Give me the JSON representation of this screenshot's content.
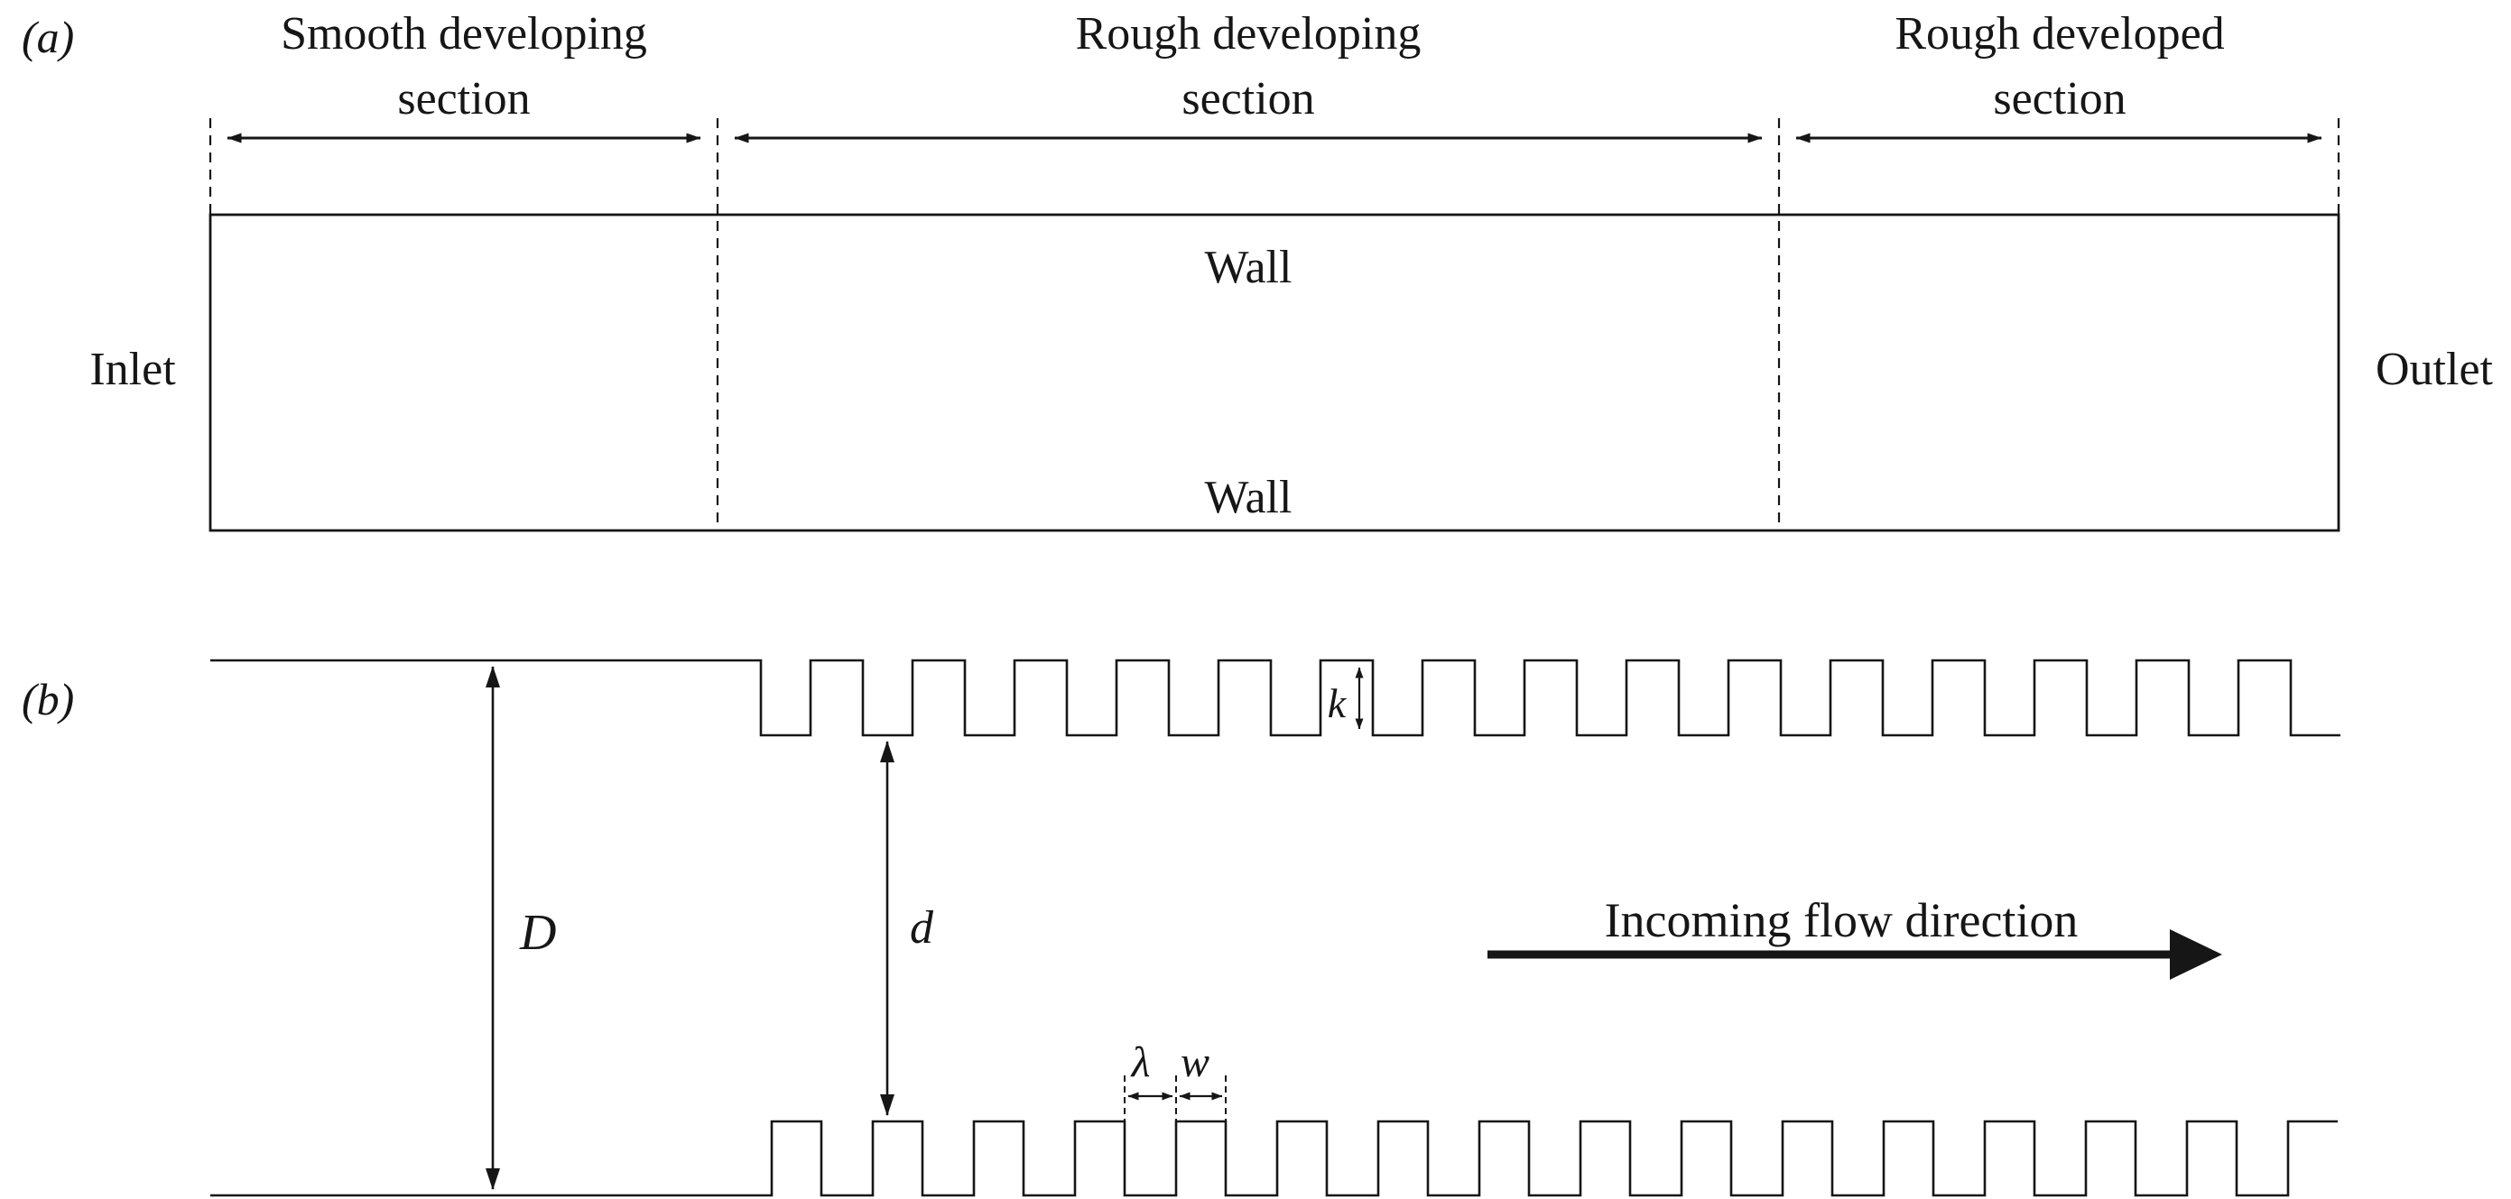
{
  "figure": {
    "colors": {
      "ink": "#161616",
      "background": "#ffffff"
    },
    "panel_a": {
      "label": "(a)",
      "sections": [
        {
          "line1": "Smooth developing",
          "line2": "section"
        },
        {
          "line1": "Rough developing",
          "line2": "section"
        },
        {
          "line1": "Rough developed",
          "line2": "section"
        }
      ],
      "inlet": "Inlet",
      "outlet": "Outlet",
      "wall_top": "Wall",
      "wall_bottom": "Wall"
    },
    "panel_b": {
      "label": "(b)",
      "dims": {
        "outer_height": "D",
        "inner_height": "d",
        "rib_height": "k",
        "cavity_width": "λ",
        "rib_width": "w"
      },
      "flow_label": "Incoming flow direction"
    }
  }
}
